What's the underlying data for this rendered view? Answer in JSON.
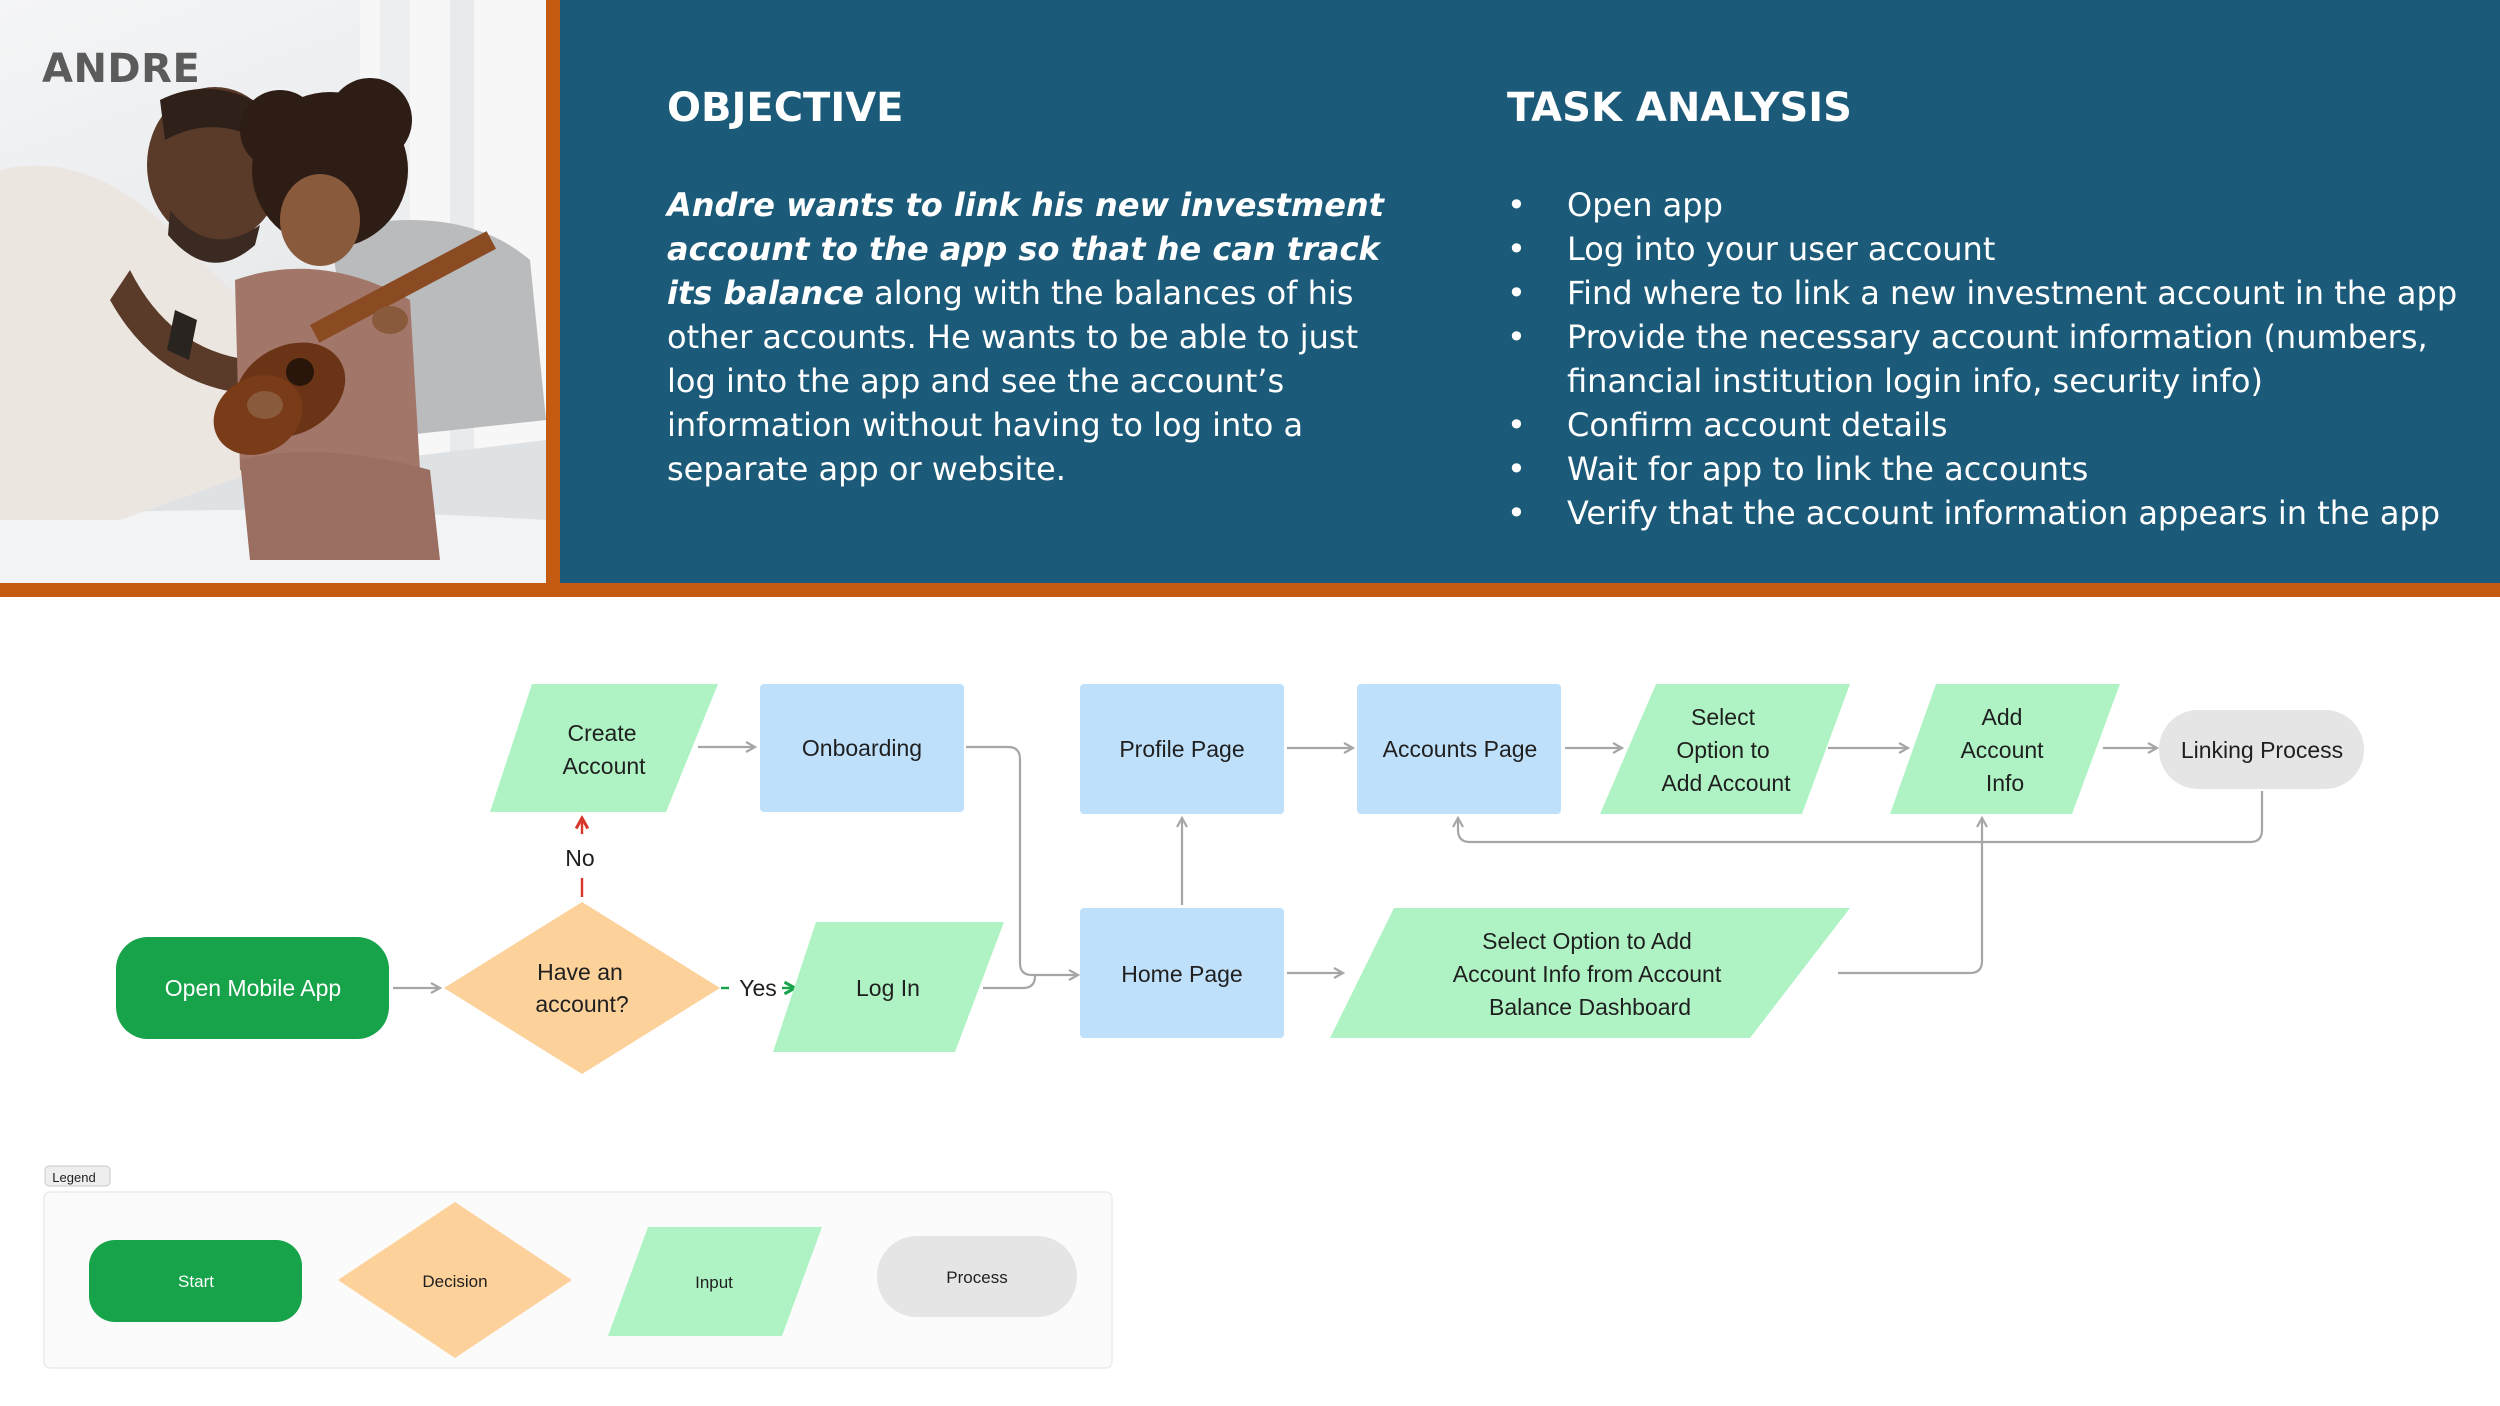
{
  "persona": {
    "name": "ANDRE"
  },
  "objective": {
    "heading": "OBJECTIVE",
    "emphasis": "Andre wants to link his new investment account to the app so that he can track its balance",
    "body": " along with the balances of his other accounts.  He wants to be able to just log into the app and see the account’s information without having to log into a separate app or website."
  },
  "task_analysis": {
    "heading": "TASK ANALYSIS",
    "items": [
      "Open app",
      "Log into your user account",
      "Find where to link a new investment account in the app",
      "Provide the necessary account information (numbers, financial institution login info, security info)",
      "Confirm account details",
      "Wait for app to link the accounts",
      "Verify that the account information appears in the app"
    ]
  },
  "flowchart": {
    "nodes": {
      "open_app": {
        "label": "Open Mobile App",
        "kind": "start"
      },
      "have_account": {
        "label": [
          "Have an",
          "account?"
        ],
        "kind": "decision"
      },
      "create_account": {
        "label": [
          "Create",
          "Account"
        ],
        "kind": "input"
      },
      "onboarding": {
        "label": "Onboarding",
        "kind": "page"
      },
      "log_in": {
        "label": "Log In",
        "kind": "input"
      },
      "home_page": {
        "label": "Home Page",
        "kind": "page"
      },
      "profile_page": {
        "label": "Profile Page",
        "kind": "page"
      },
      "accounts_page": {
        "label": "Accounts Page",
        "kind": "page"
      },
      "select_option": {
        "label": [
          "Select",
          "Option to",
          "Add Account"
        ],
        "kind": "input"
      },
      "add_account_info": {
        "label": [
          "Add",
          "Account",
          "Info"
        ],
        "kind": "input"
      },
      "linking_process": {
        "label": "Linking Process",
        "kind": "process"
      },
      "select_from_dashboard": {
        "label": [
          "Select Option to Add",
          "Account Info from Account",
          "Balance Dashboard"
        ],
        "kind": "input"
      }
    },
    "edge_labels": {
      "yes": "Yes",
      "no": "No"
    },
    "colors": {
      "start": "#16a34a",
      "decision": "#fdd19a",
      "input": "#aff3c4",
      "page": "#bfe0fb",
      "process": "#e5e5e5",
      "connector": "#a6a6a6",
      "no_arrow": "#d9362b",
      "yes_arrow": "#16a34a"
    }
  },
  "legend": {
    "title": "Legend",
    "items": [
      "Start",
      "Decision",
      "Input",
      "Process"
    ]
  }
}
